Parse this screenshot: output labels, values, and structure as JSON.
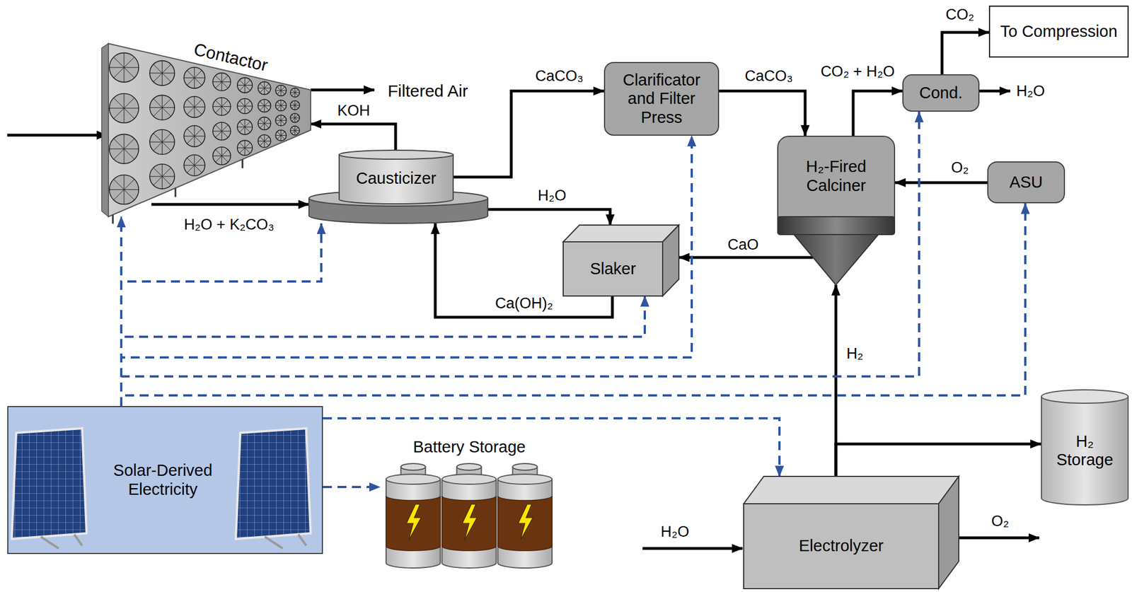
{
  "diagram": {
    "nodes": [
      {
        "text": [
          "Contactor"
        ]
      },
      {
        "text": [
          "Causticizer"
        ]
      },
      {
        "text": [
          "Clarificator and Filter Press"
        ]
      },
      {
        "text": [
          "H₂-Fired Calciner"
        ]
      },
      {
        "text": [
          "Cond."
        ]
      },
      {
        "text": [
          "To Compression"
        ]
      },
      {
        "text": [
          "ASU"
        ]
      },
      {
        "text": [
          "Slaker"
        ]
      },
      {
        "text": [
          "Solar-Derived Electricity"
        ]
      },
      {
        "text": [
          "Battery Storage"
        ]
      },
      {
        "text": [
          "Electrolyzer"
        ]
      },
      {
        "text": [
          "H₂ Storage"
        ]
      }
    ],
    "edges": [
      {
        "from": 0,
        "to": 1,
        "label": "H₂O + K₂CO₃",
        "arrow": "to"
      },
      {
        "from": 1,
        "to": 0,
        "label": "KOH",
        "arrow": "to"
      },
      {
        "from": 1,
        "to": 2,
        "label": "CaCO₃",
        "arrow": "to"
      },
      {
        "from": 2,
        "to": 3,
        "label": "CaCO₃",
        "arrow": "to"
      },
      {
        "from": 3,
        "to": 4,
        "label": "CO₂ + H₂O",
        "arrow": "to"
      },
      {
        "from": 4,
        "to": 5,
        "label": "CO₂",
        "arrow": "to"
      },
      {
        "from": 6,
        "to": 3,
        "label": "O₂",
        "arrow": "to"
      },
      {
        "from": 3,
        "to": 7,
        "label": "CaO",
        "arrow": "to"
      },
      {
        "from": 1,
        "to": 7,
        "label": "H₂O",
        "arrow": "to"
      },
      {
        "from": 7,
        "to": 1,
        "label": "Ca(OH)₂",
        "arrow": "to"
      },
      {
        "from": 10,
        "to": 3,
        "label": "H₂",
        "arrow": "to"
      },
      {
        "from": 10,
        "to": 11,
        "arrow": "to"
      },
      {
        "from": 8,
        "to": 0,
        "arrow": "to"
      },
      {
        "from": 8,
        "to": 1,
        "arrow": "to"
      },
      {
        "from": 8,
        "to": 7,
        "arrow": "to"
      },
      {
        "from": 8,
        "to": 2,
        "arrow": "to"
      },
      {
        "from": 8,
        "to": 4,
        "arrow": "to"
      },
      {
        "from": 8,
        "to": 6,
        "arrow": "to"
      },
      {
        "from": 8,
        "to": 10,
        "arrow": "to"
      },
      {
        "from": 8,
        "to": 9,
        "arrow": "to"
      }
    ],
    "labels": [
      "Filtered Air",
      "H₂O",
      "H₂O",
      "O₂"
    ]
  }
}
